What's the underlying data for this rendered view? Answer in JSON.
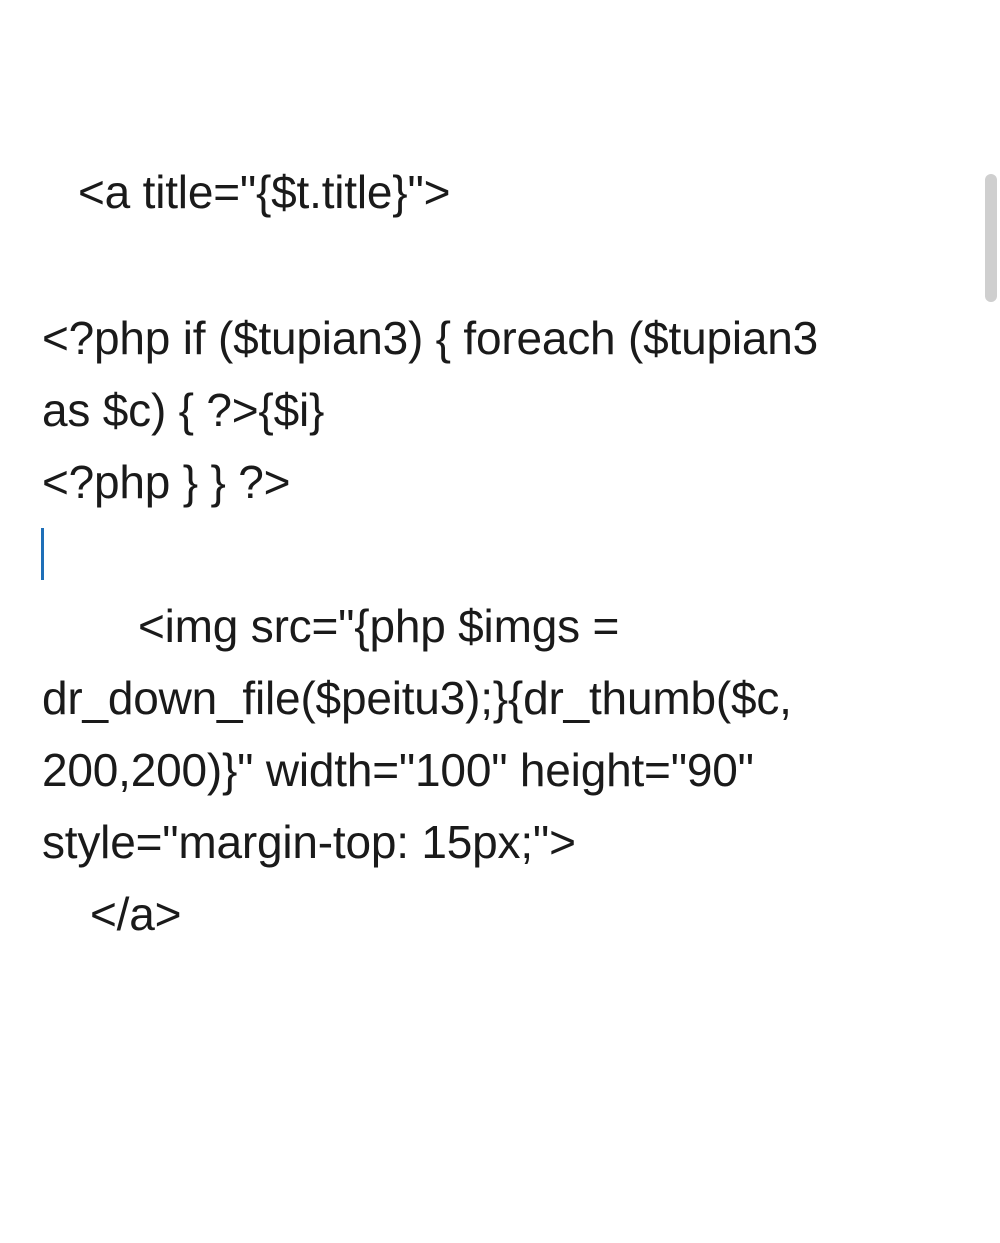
{
  "editor": {
    "lines": [
      "<a title=\"{$t.title}\">",
      "<?php if ($tupian3) { foreach ($tupian3",
      "as $c) { ?>{$i}",
      "<?php } } ?>",
      "<img src=\"{php $imgs =",
      "dr_down_file($peitu3);}{dr_thumb($c,",
      "200,200)}\" width=\"100\" height=\"90\"",
      "style=\"margin-top: 15px;\">",
      "</a>"
    ]
  },
  "colors": {
    "caret": "#1e6fb8",
    "text": "#1a1a1a",
    "scrollbar": "#cfcfcf"
  }
}
